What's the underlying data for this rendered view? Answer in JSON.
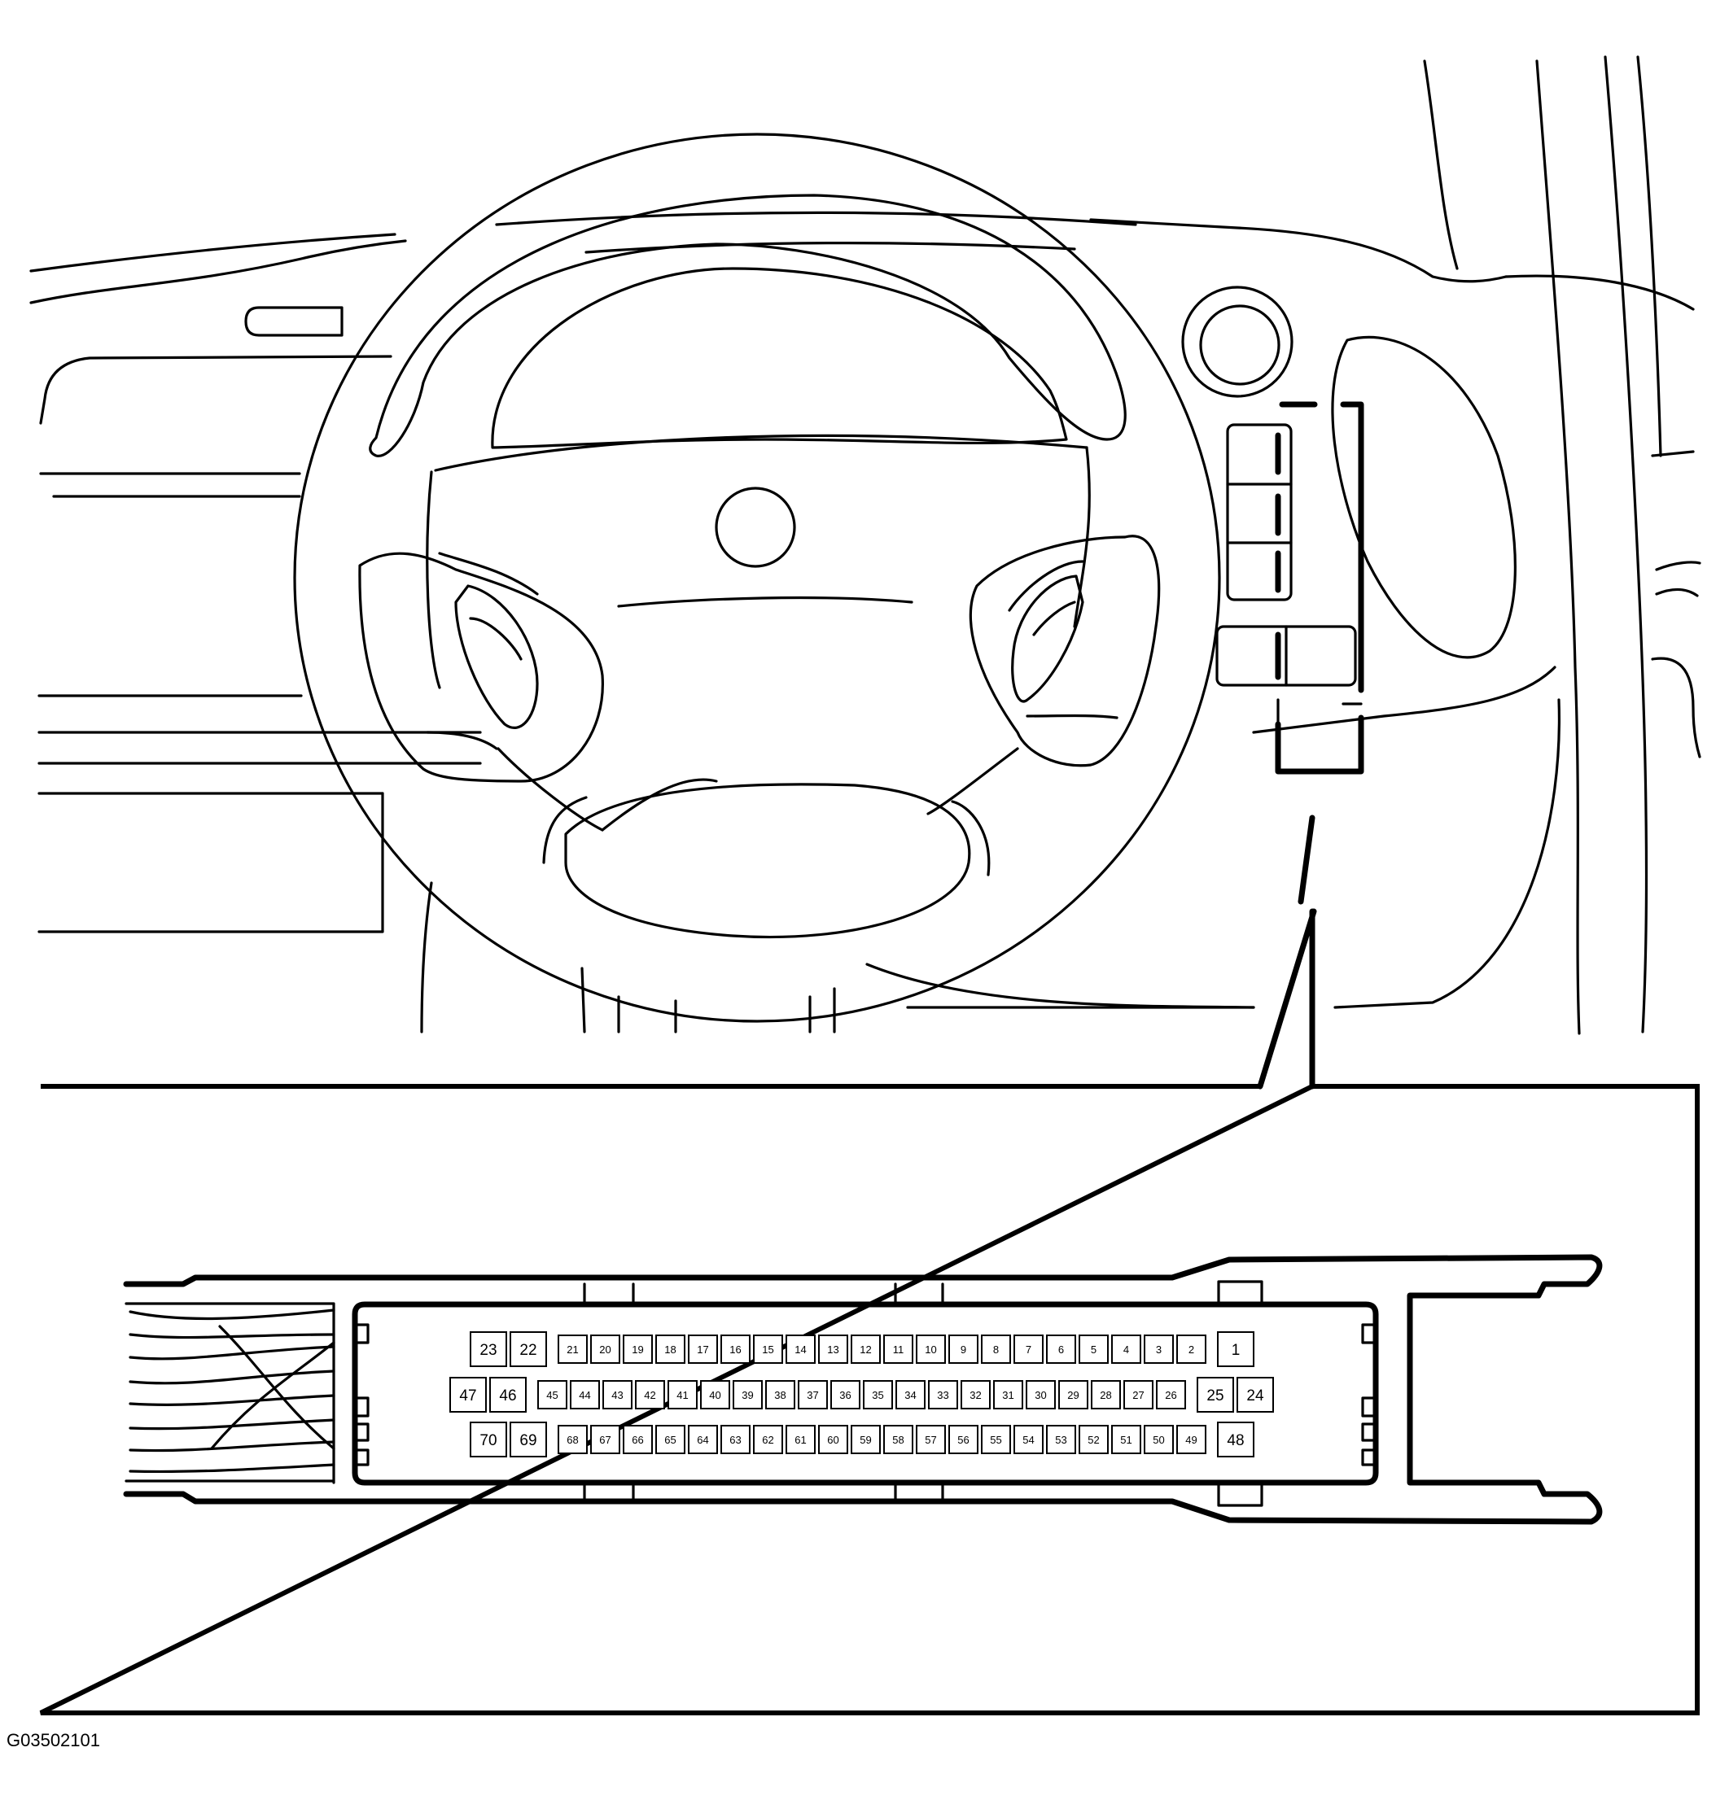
{
  "figure_code": "G03502101",
  "connector": {
    "pin_rows": [
      [
        "23",
        "22",
        "21",
        "20",
        "19",
        "18",
        "17",
        "16",
        "15",
        "14",
        "13",
        "12",
        "11",
        "10",
        "9",
        "8",
        "7",
        "6",
        "5",
        "4",
        "3",
        "2",
        "1"
      ],
      [
        "47",
        "46",
        "45",
        "44",
        "43",
        "42",
        "41",
        "40",
        "39",
        "38",
        "37",
        "36",
        "35",
        "34",
        "33",
        "32",
        "31",
        "30",
        "29",
        "28",
        "27",
        "26",
        "25",
        "24"
      ],
      [
        "70",
        "69",
        "68",
        "67",
        "66",
        "65",
        "64",
        "63",
        "62",
        "61",
        "60",
        "59",
        "58",
        "57",
        "56",
        "55",
        "54",
        "53",
        "52",
        "51",
        "50",
        "49",
        "48"
      ]
    ],
    "large_pins": [
      "1",
      "22",
      "23",
      "24",
      "25",
      "46",
      "47",
      "48",
      "69",
      "70"
    ]
  },
  "colors": {
    "line": "#000000",
    "background": "#ffffff"
  }
}
